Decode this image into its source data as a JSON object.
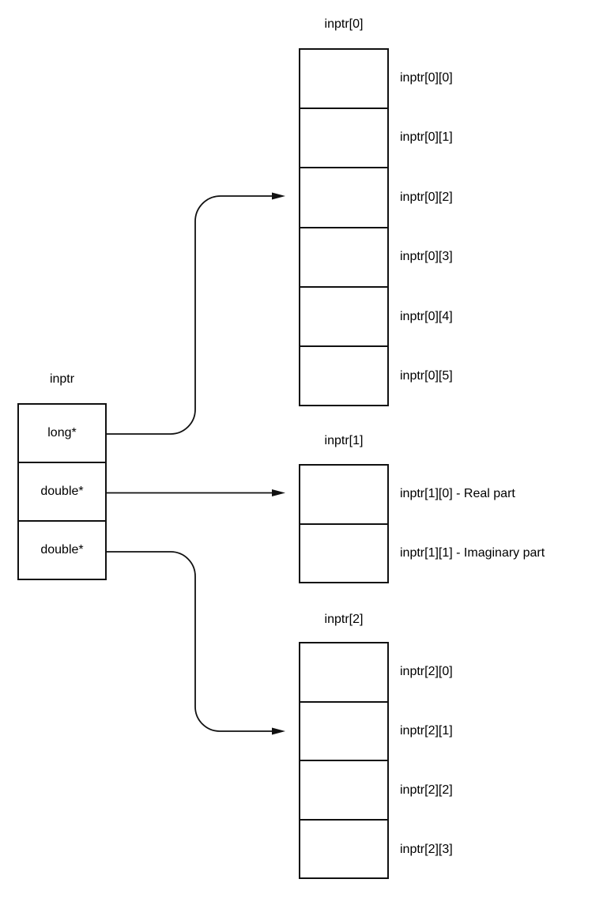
{
  "diagram": {
    "background_color": "#ffffff",
    "line_color": "#111111",
    "pointer_box": {
      "title": "inptr",
      "cells": [
        "long*",
        "double*",
        "double*"
      ]
    },
    "arrays": [
      {
        "title": "inptr[0]",
        "cell_labels": [
          "inptr[0][0]",
          "inptr[0][1]",
          "inptr[0][2]",
          "inptr[0][3]",
          "inptr[0][4]",
          "inptr[0][5]"
        ]
      },
      {
        "title": "inptr[1]",
        "cell_labels": [
          "inptr[1][0] - Real part",
          "inptr[1][1] - Imaginary part"
        ]
      },
      {
        "title": "inptr[2]",
        "cell_labels": [
          "inptr[2][0]",
          "inptr[2][1]",
          "inptr[2][2]",
          "inptr[2][3]"
        ]
      }
    ],
    "connectors": [
      {
        "from": "inptr cell long*",
        "to": "inptr[0] cell inptr[0][2]"
      },
      {
        "from": "inptr first cell double*",
        "to": "inptr[1] cell inptr[1][0]"
      },
      {
        "from": "inptr second cell double*",
        "to": "inptr[2] cell inptr[2][1]"
      }
    ]
  }
}
